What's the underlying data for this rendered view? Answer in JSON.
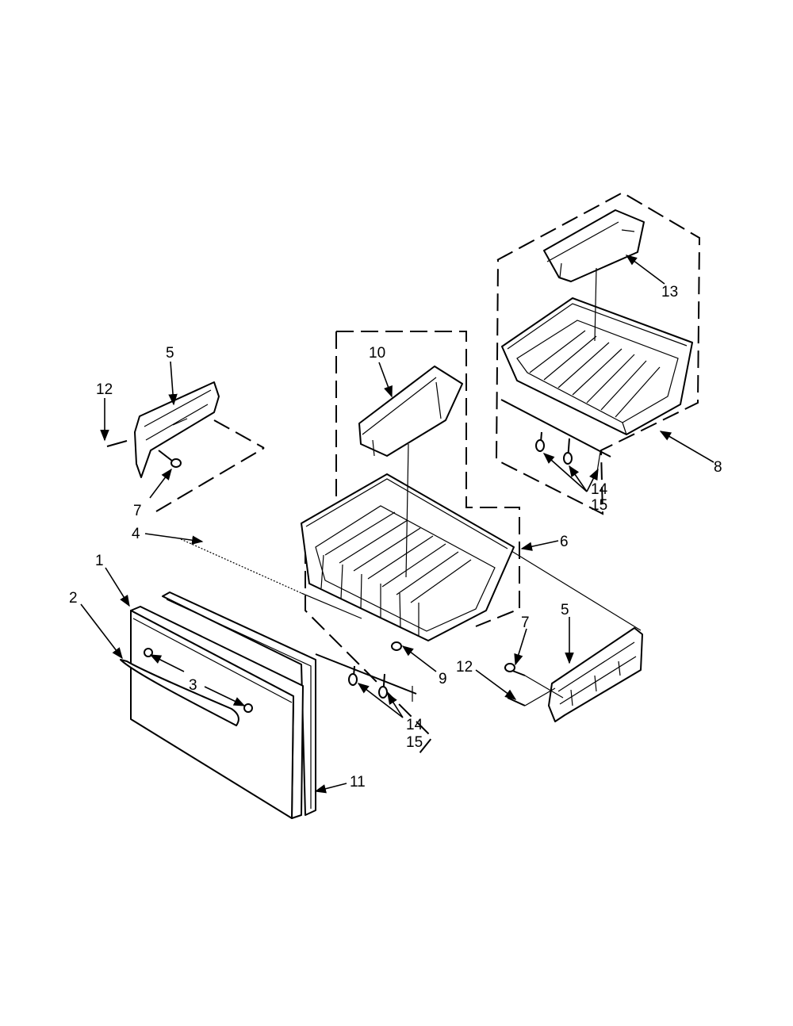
{
  "diagram": {
    "callouts": {
      "c1": "1",
      "c2": "2",
      "c3": "3",
      "c4": "4",
      "c5a": "5",
      "c5b": "5",
      "c6": "6",
      "c7a": "7",
      "c7b": "7",
      "c8": "8",
      "c9": "9",
      "c10": "10",
      "c11": "11",
      "c12a": "12",
      "c12b": "12",
      "c13": "13",
      "c14a": "14",
      "c15a": "15",
      "c14b": "14",
      "c15b": "15"
    }
  }
}
